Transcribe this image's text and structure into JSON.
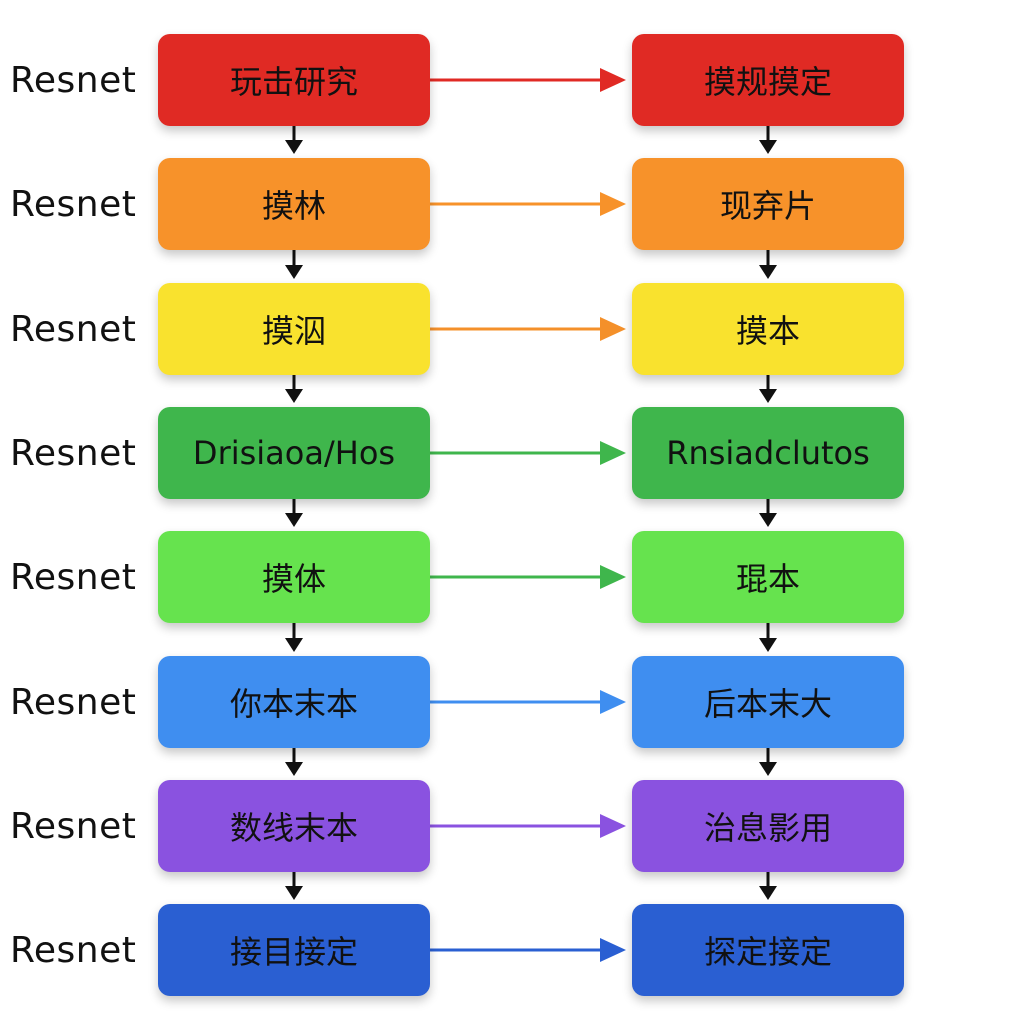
{
  "rows": [
    {
      "label": "Resnet",
      "left": "玩击研究",
      "right": "摸规摸定",
      "color": "#e02a24",
      "arrow": "#e02a24"
    },
    {
      "label": "Resnet",
      "left": "摸林",
      "right": "现弃片",
      "color": "#f7922a",
      "arrow": "#f7922a"
    },
    {
      "label": "Resnet",
      "left": "摸泅",
      "right": "摸本",
      "color": "#f9e22e",
      "arrow": "#f4902a"
    },
    {
      "label": "Resnet",
      "left": "Drisiaoa/Hos",
      "right": "Rnsiadclutos",
      "color": "#3fb64c",
      "arrow": "#3fb64c"
    },
    {
      "label": "Resnet",
      "left": "摸体",
      "right": "琨本",
      "color": "#66e34e",
      "arrow": "#3fb64c"
    },
    {
      "label": "Resnet",
      "left": "你本末本",
      "right": "后本末大",
      "color": "#3f8ef0",
      "arrow": "#3f8ef0"
    },
    {
      "label": "Resnet",
      "left": "数线末本",
      "right": "治息影用",
      "color": "#8a52e0",
      "arrow": "#8a52e0"
    },
    {
      "label": "Resnet",
      "left": "接目接定",
      "right": "探定接定",
      "color": "#2a5fd2",
      "arrow": "#2a5fd2"
    }
  ],
  "down_arrow_color": "#111111"
}
